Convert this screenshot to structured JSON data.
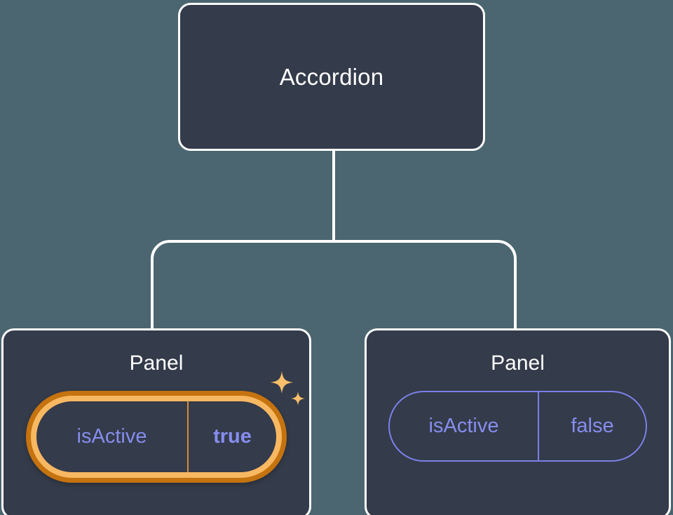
{
  "canvas": {
    "background_color": "#4b6670",
    "node_fill_color": "#343b4a",
    "node_border_color": "#ffffff",
    "edge_color": "#ffffff",
    "prop_text_color": "#868dee",
    "prop_border_color": "#7b80e8",
    "highlight_outer_color": "#c5730f",
    "highlight_inner_color": "#f8b862",
    "sparkle_color": "#fbbf6b"
  },
  "tree": {
    "root": {
      "title": "Accordion"
    },
    "children": [
      {
        "title": "Panel",
        "highlighted": true,
        "prop": {
          "key": "isActive",
          "value": "true"
        }
      },
      {
        "title": "Panel",
        "highlighted": false,
        "prop": {
          "key": "isActive",
          "value": "false"
        }
      }
    ]
  }
}
